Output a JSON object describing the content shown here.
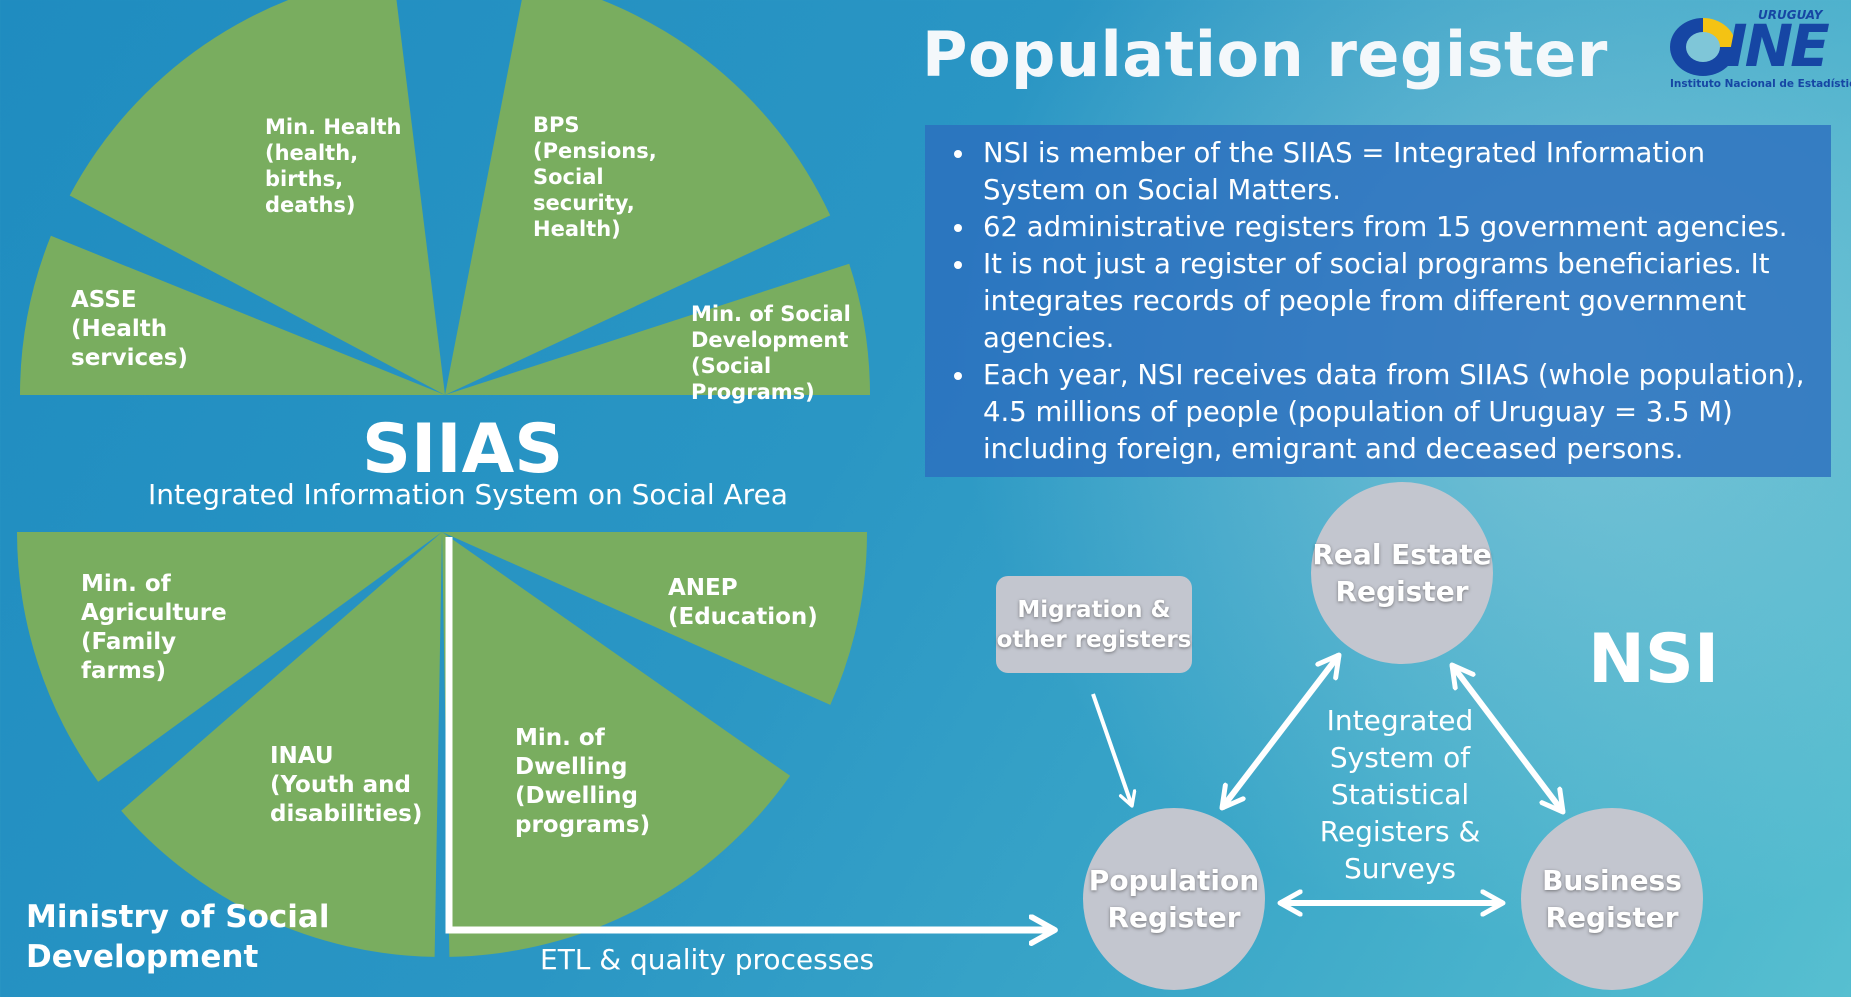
{
  "title": "Population register",
  "logo": {
    "country": "URUGUAY",
    "word": "INE",
    "subtitle": "Instituto Nacional de Estadística"
  },
  "bullets": [
    "NSI is member of the SIIAS = Integrated Information System on Social Matters.",
    "62 administrative registers from 15 government agencies.",
    "It is not just a register of social programs beneficiaries. It integrates records of people from different government agencies.",
    "Each year, NSI receives data from SIIAS (whole population), 4.5 millions of people (population of Uruguay = 3.5 M) including foreign, emigrant and deceased persons."
  ],
  "siias": {
    "name": "SIIAS",
    "subtitle": "Integrated Information System on Social Area",
    "segments": [
      "Min.  Health\n(health,\nbirths,\ndeaths)",
      "BPS\n(Pensions,\nSocial\nsecurity,\nHealth)",
      "Min. of Social\nDevelopment\n(Social\nPrograms)",
      "ASSE\n(Health\nservices)",
      "Min. of\nAgriculture\n(Family\nfarms)",
      "INAU\n(Youth and\ndisabilities)",
      "Min. of\nDwelling\n(Dwelling\nprograms)",
      "ANEP\n(Education)"
    ],
    "colors": {
      "segment": "#79ad5f"
    }
  },
  "ministry": "Ministry of Social\nDevelopment",
  "etl": "ETL & quality processes",
  "nsi": {
    "label": "NSI",
    "migration": "Migration &\nother registers",
    "center": "Integrated\nSystem of\nStatistical\nRegisters &\nSurveys",
    "registers": {
      "real_estate": "Real Estate\nRegister",
      "population": "Population\nRegister",
      "business": "Business\nRegister"
    },
    "colors": {
      "node": "#c3c6cf"
    }
  }
}
